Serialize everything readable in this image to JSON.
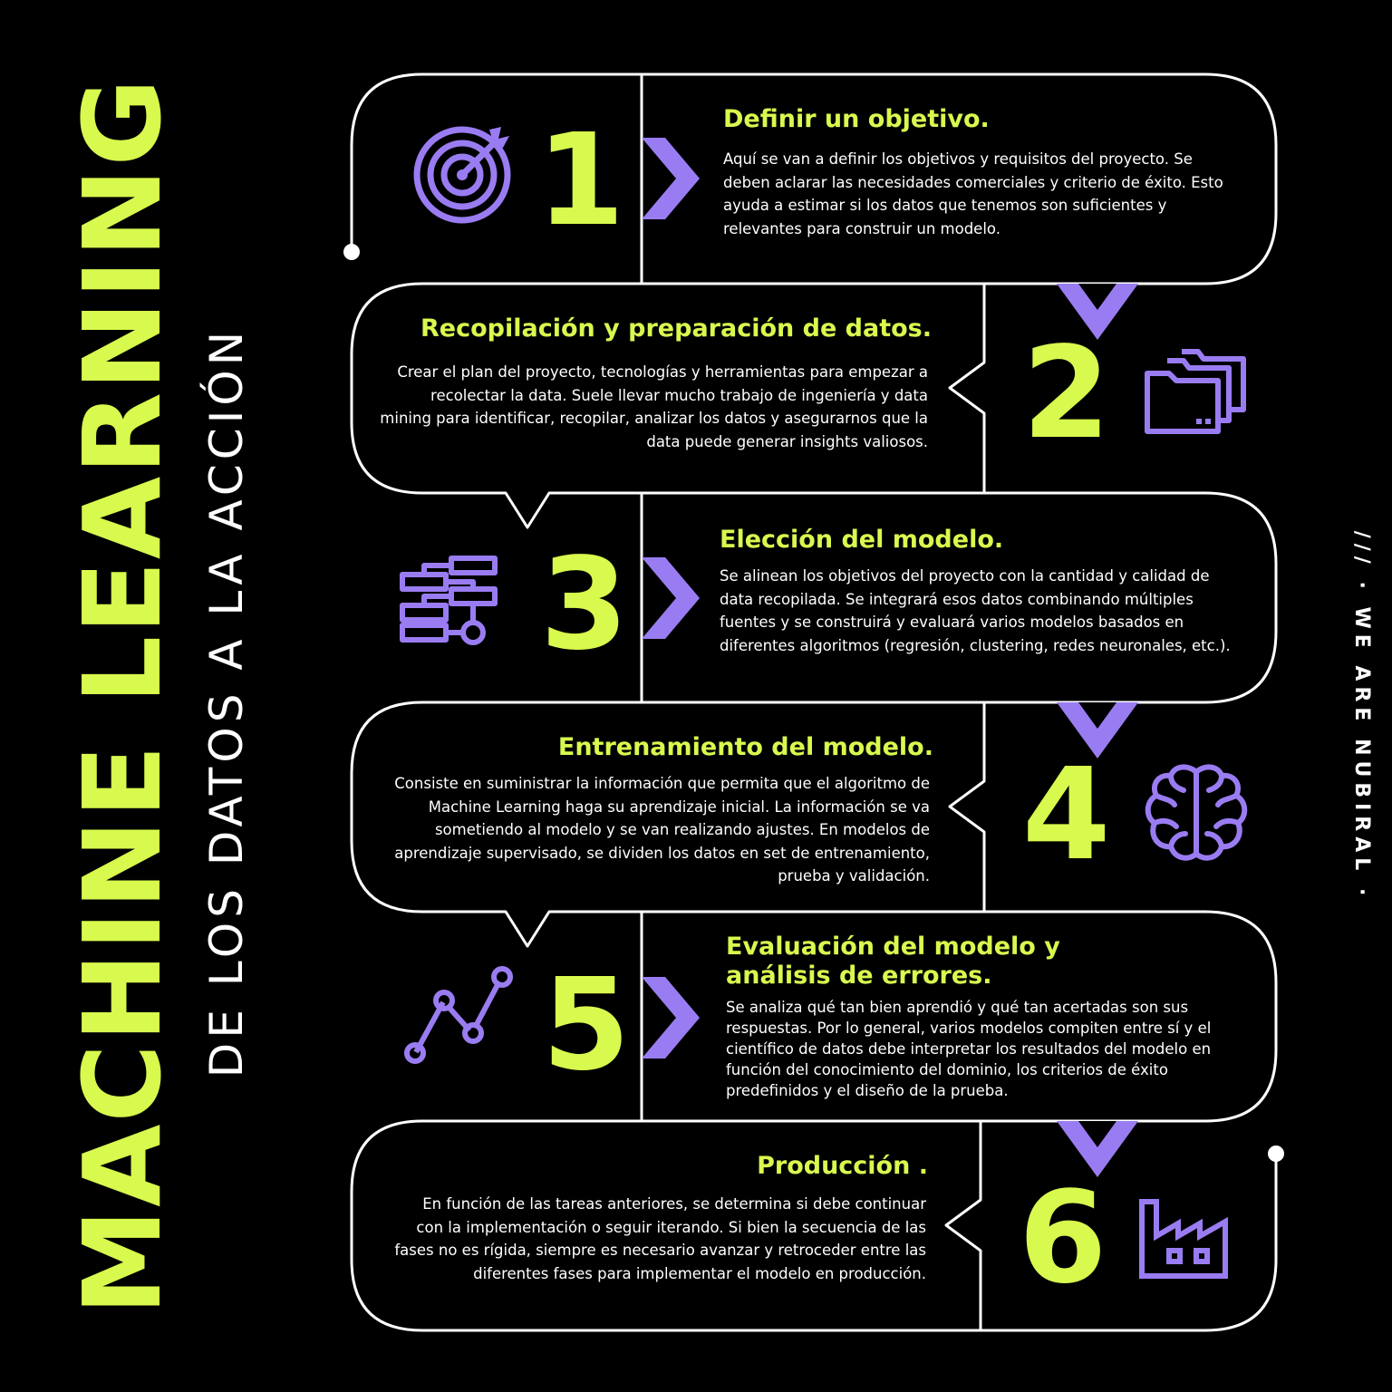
{
  "title": "MACHINE LEARNING",
  "subtitle": "DE LOS DATOS A LA ACCIÓN",
  "brand": "/// · WE ARE NUBIRAL ·",
  "colors": {
    "accent": "#d8f94e",
    "icon": "#9a7cf2",
    "line": "#ffffff",
    "background": "#000000"
  },
  "steps": [
    {
      "number": "1",
      "icon": "target-icon",
      "title": "Definir un objetivo.",
      "description": "Aquí se van a  definir los objetivos y requisitos del proyecto. Se deben aclarar las necesidades comerciales y criterio de éxito. Esto ayuda a estimar si los datos que tenemos son suficientes y relevantes  para construir un modelo."
    },
    {
      "number": "2",
      "icon": "folders-icon",
      "title": "Recopilación y preparación de datos.",
      "description": "Crear el plan del proyecto, tecnologías y  herramientas para empezar a recolectar la data. Suele llevar mucho trabajo de ingeniería y data mining para identificar, recopilar, analizar los datos y asegurarnos que la data puede generar insights valiosos."
    },
    {
      "number": "3",
      "icon": "flowchart-icon",
      "title": "Elección del modelo.",
      "description": "Se alinean los objetivos del proyecto con la cantidad y calidad de data recopilada. Se integrará esos datos combinando múltiples fuentes y se construirá y evaluará varios modelos basados en diferentes algoritmos (regresión, clustering, redes neuronales, etc.)."
    },
    {
      "number": "4",
      "icon": "brain-icon",
      "title": "Entrenamiento del modelo.",
      "description": "Consiste en suministrar la información que permita que el algoritmo de Machine Learning haga su aprendizaje inicial. La información se va sometiendo al modelo y se van realizando ajustes. En modelos de aprendizaje supervisado, se dividen los datos en set de entrenamiento, prueba y validación."
    },
    {
      "number": "5",
      "icon": "line-graph-icon",
      "title": "Evaluación del modelo y análisis de errores.",
      "description": "Se analiza qué tan bien aprendió y qué tan acertadas son sus respuestas. Por lo general, varios modelos compiten entre sí y el científico de datos debe interpretar los resultados del modelo en función del conocimiento del dominio, los criterios de éxito predefinidos y el diseño de la prueba."
    },
    {
      "number": "6",
      "icon": "factory-icon",
      "title": "Producción .",
      "description": "En función de las tareas anteriores, se determina si debe continuar con la implementación o seguir iterando. Si bien la secuencia de las fases no es rígida, siempre es necesario avanzar y retroceder entre las diferentes fases para implementar el modelo en producción."
    }
  ]
}
